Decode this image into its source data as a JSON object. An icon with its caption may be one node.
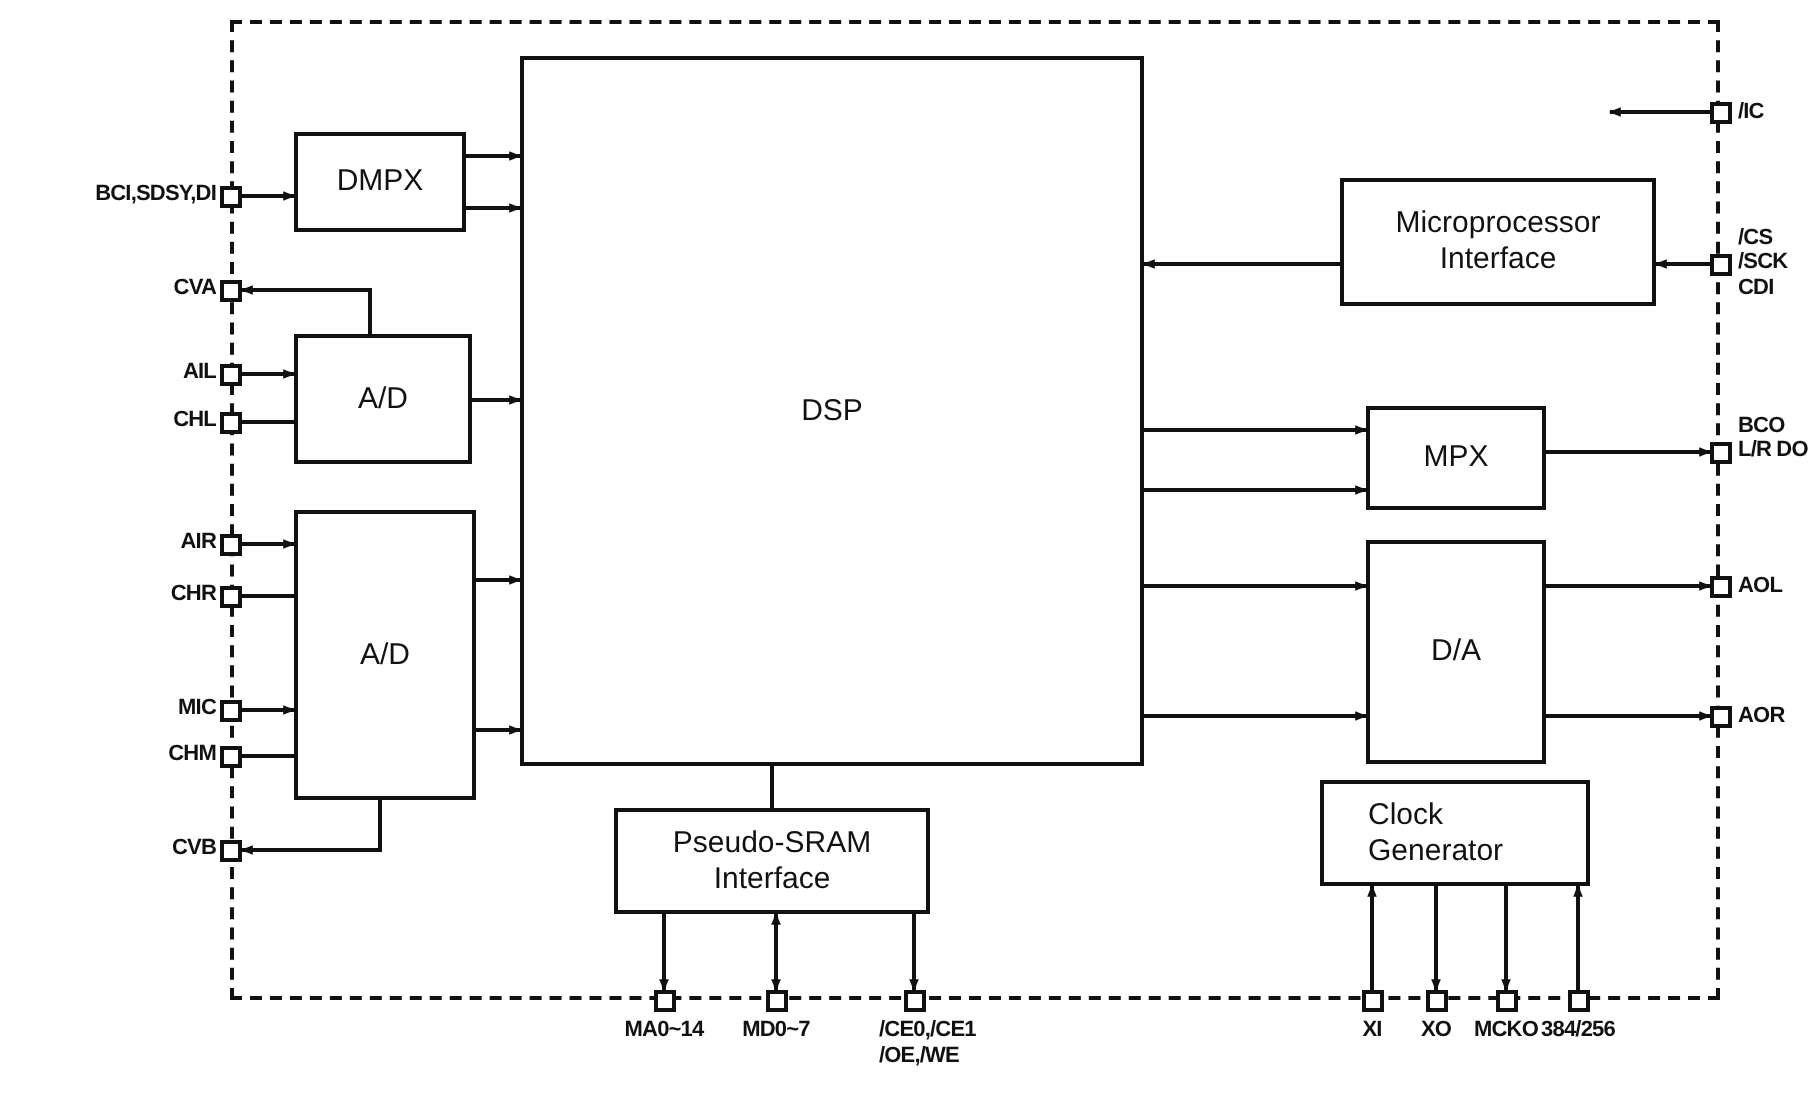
{
  "diagram": {
    "nodes": [
      {
        "text": [],
        "shape": "box"
      },
      {
        "text": [
          "DMPX"
        ],
        "in": 0
      },
      {
        "text": [
          "A/D"
        ],
        "in": 0
      },
      {
        "text": [
          "A/D"
        ],
        "in": 0
      },
      {
        "text": [
          "DSP"
        ],
        "in": 0
      },
      {
        "text": [
          "Pseudo-SRAM Interface"
        ],
        "in": 0
      },
      {
        "text": [
          "Microprocessor Interface"
        ],
        "in": 0
      },
      {
        "text": [
          "MPX"
        ],
        "in": 0
      },
      {
        "text": [
          "D/A"
        ],
        "in": 0
      },
      {
        "text": [
          "Clock Generator"
        ],
        "in": 0
      },
      {
        "text": [],
        "shape": "box",
        "beside": [
          "BCI,SDSY,DI"
        ]
      },
      {
        "text": [],
        "shape": "box",
        "beside": [
          "CVA"
        ]
      },
      {
        "text": [],
        "shape": "box",
        "beside": [
          "AIL"
        ]
      },
      {
        "text": [],
        "shape": "box",
        "beside": [
          "CHL"
        ]
      },
      {
        "text": [],
        "shape": "box",
        "beside": [
          "AIR"
        ]
      },
      {
        "text": [],
        "shape": "box",
        "beside": [
          "CHR"
        ]
      },
      {
        "text": [],
        "shape": "box",
        "beside": [
          "MIC"
        ]
      },
      {
        "text": [],
        "shape": "box",
        "beside": [
          "CHM"
        ]
      },
      {
        "text": [],
        "shape": "box",
        "beside": [
          "CVB"
        ]
      },
      {
        "text": [],
        "shape": "box",
        "beside": [
          "/IC"
        ]
      },
      {
        "text": [],
        "shape": "box",
        "beside": [
          "/CS /SCK CDI"
        ]
      },
      {
        "text": [],
        "shape": "box",
        "beside": [
          "BCO L/R DO"
        ]
      },
      {
        "text": [],
        "shape": "box",
        "beside": [
          "AOL"
        ]
      },
      {
        "text": [],
        "shape": "box",
        "beside": [
          "AOR"
        ]
      },
      {
        "text": [],
        "shape": "box",
        "beside": [
          "MA0~14"
        ]
      },
      {
        "text": [],
        "shape": "box",
        "beside": [
          "MD0~7"
        ]
      },
      {
        "text": [],
        "shape": "box",
        "beside": [
          "/CE0,/CE1 /OE,/WE"
        ]
      },
      {
        "text": [],
        "shape": "box",
        "beside": [
          "XI"
        ]
      },
      {
        "text": [],
        "shape": "box",
        "beside": [
          "XO"
        ]
      },
      {
        "text": [],
        "shape": "box",
        "beside": [
          "MCKO"
        ]
      },
      {
        "text": [],
        "shape": "box",
        "beside": [
          "384/256"
        ]
      }
    ],
    "edges": [
      {
        "from": 10,
        "to": 1,
        "arrow": "to"
      },
      {
        "from": 1,
        "to": 4,
        "arrow": "to"
      },
      {
        "from": 1,
        "to": 4,
        "arrow": "to"
      },
      {
        "from": 2,
        "to": 11,
        "arrow": "to"
      },
      {
        "from": 12,
        "to": 2,
        "arrow": "to"
      },
      {
        "from": 13,
        "to": 2,
        "arrow": "none"
      },
      {
        "from": 2,
        "to": 4,
        "arrow": "to"
      },
      {
        "from": 14,
        "to": 3,
        "arrow": "to"
      },
      {
        "from": 15,
        "to": 3,
        "arrow": "none"
      },
      {
        "from": 16,
        "to": 3,
        "arrow": "to"
      },
      {
        "from": 17,
        "to": 3,
        "arrow": "none"
      },
      {
        "from": 3,
        "to": 4,
        "arrow": "to"
      },
      {
        "from": 3,
        "to": 4,
        "arrow": "to"
      },
      {
        "from": 3,
        "to": 18,
        "arrow": "to"
      },
      {
        "from": 19,
        "to": null,
        "arrow": "to"
      },
      {
        "from": 20,
        "to": 6,
        "arrow": "to"
      },
      {
        "from": 6,
        "to": 4,
        "arrow": "to"
      },
      {
        "from": 4,
        "to": 7,
        "arrow": "to"
      },
      {
        "from": 4,
        "to": 7,
        "arrow": "to"
      },
      {
        "from": 7,
        "to": 21,
        "arrow": "to"
      },
      {
        "from": 4,
        "to": 8,
        "arrow": "to"
      },
      {
        "from": 4,
        "to": 8,
        "arrow": "to"
      },
      {
        "from": 8,
        "to": 22,
        "arrow": "to"
      },
      {
        "from": 8,
        "to": 23,
        "arrow": "to"
      },
      {
        "from": 4,
        "to": 5,
        "arrow": "none"
      },
      {
        "from": 5,
        "to": 24,
        "arrow": "to"
      },
      {
        "from": 5,
        "to": 25,
        "arrow": "both"
      },
      {
        "from": 5,
        "to": 26,
        "arrow": "to"
      },
      {
        "from": 27,
        "to": 9,
        "arrow": "to"
      },
      {
        "from": 9,
        "to": 28,
        "arrow": "to"
      },
      {
        "from": 9,
        "to": 29,
        "arrow": "to"
      },
      {
        "from": 30,
        "to": 9,
        "arrow": "to"
      }
    ]
  }
}
